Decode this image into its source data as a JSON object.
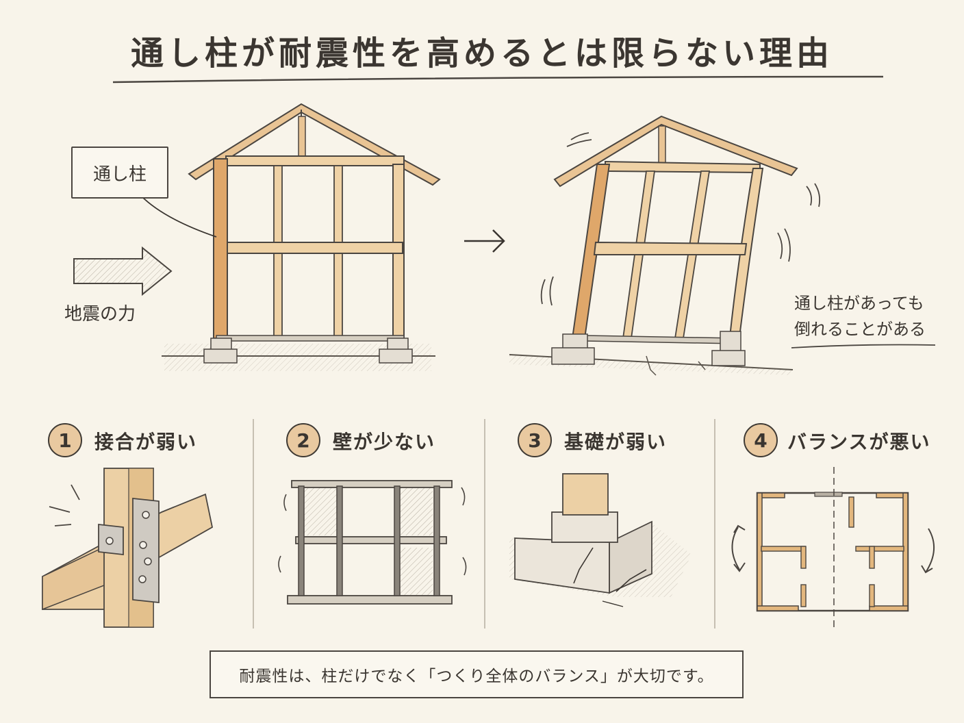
{
  "title": "通し柱が耐震性を高めるとは限らない理由",
  "top": {
    "callout": "通し柱",
    "force_label": "地震の力",
    "note_line1": "通し柱があっても",
    "note_line2": "倒れることがある"
  },
  "sections": [
    {
      "number": "1",
      "label": "接合が弱い"
    },
    {
      "number": "2",
      "label": "壁が少ない"
    },
    {
      "number": "3",
      "label": "基礎が弱い"
    },
    {
      "number": "4",
      "label": "バランスが悪い"
    }
  ],
  "summary": "耐震性は、柱だけでなく「つくり全体のバランス」が大切です。",
  "colors": {
    "background": "#f8f4ea",
    "wood": "#e8c08c",
    "wood_dark": "#d9a86b",
    "ink": "#3a3530",
    "badge": "#e9c9a0"
  }
}
